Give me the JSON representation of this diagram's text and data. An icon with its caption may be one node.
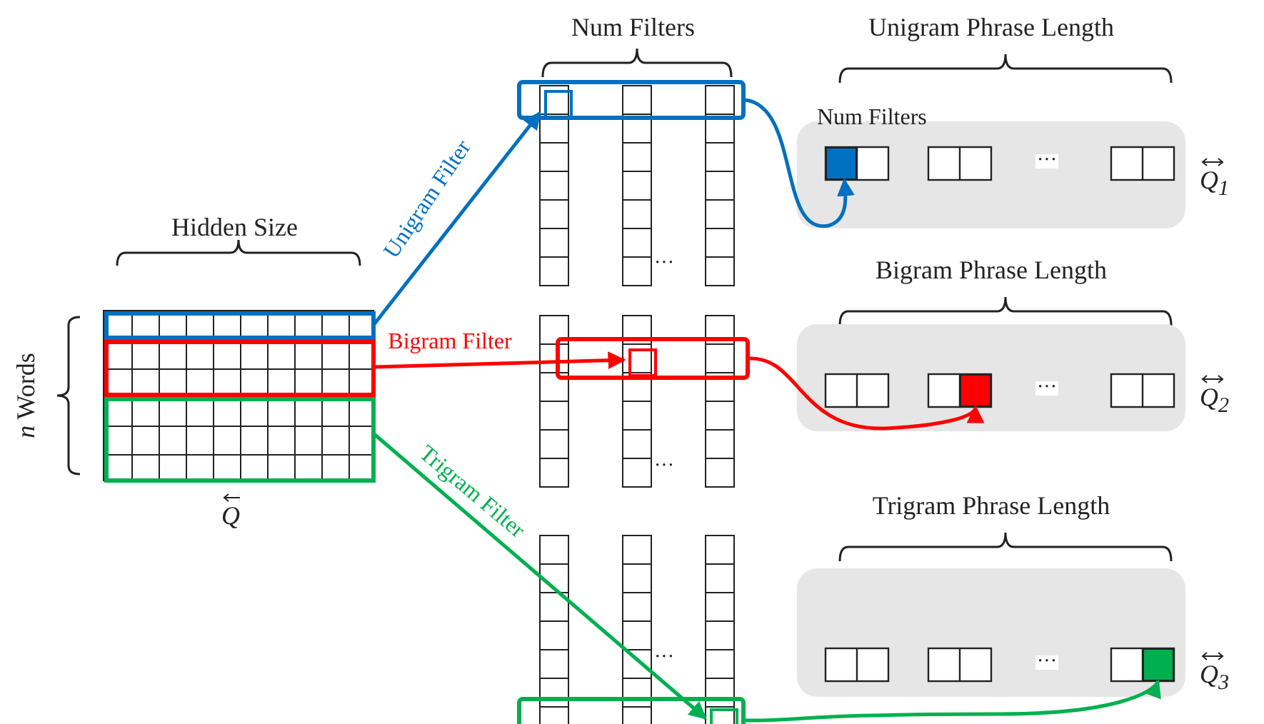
{
  "diagram": {
    "nodes": [
      {
        "text": [],
        "shape": "box",
        "beside": [
          "Hidden Size",
          "*n* Words",
          "Q"
        ]
      },
      {
        "text": [],
        "shape": "box",
        "in": 0
      },
      {
        "text": [],
        "shape": "box",
        "in": 0
      },
      {
        "text": [],
        "shape": "box",
        "in": 0
      },
      {
        "text": [],
        "shape": "box"
      },
      {
        "text": [],
        "shape": "box",
        "in": 4
      },
      {
        "text": [],
        "shape": "box"
      },
      {
        "text": [],
        "shape": "box",
        "in": 6
      },
      {
        "text": [],
        "shape": "box"
      },
      {
        "text": [],
        "shape": "box",
        "in": 8
      },
      {
        "text": [
          "Unigram Phrase Length"
        ],
        "beside": [
          "Q$_{1}$"
        ]
      },
      {
        "text": [],
        "shape": "box",
        "in": 10
      },
      {
        "text": [
          "Bigram Phrase Length"
        ],
        "beside": [
          "Q$_{2}$"
        ]
      },
      {
        "text": [],
        "shape": "box",
        "in": 12
      },
      {
        "text": [
          "Trigram Phrase Length"
        ],
        "beside": [
          "Q$_{3}$"
        ]
      },
      {
        "text": [],
        "shape": "box",
        "in": 14
      }
    ],
    "edges": [
      {
        "from": 1,
        "to": 5,
        "arrow": "to",
        "label": "Unigram Filter",
        "color": "#0070c0"
      },
      {
        "from": 2,
        "to": 7,
        "arrow": "to",
        "label": "Bigram Filter",
        "color": "#ff0000"
      },
      {
        "from": 3,
        "to": 9,
        "arrow": "to",
        "label": "Trigram Filter",
        "color": "#00b050"
      },
      {
        "from": 4,
        "to": 11,
        "arrow": "to",
        "color": "#0070c0"
      },
      {
        "from": 6,
        "to": 13,
        "arrow": "to",
        "color": "#ff0000"
      },
      {
        "from": 8,
        "to": 15,
        "arrow": "to",
        "color": "#00b050"
      }
    ],
    "labels": [
      "Num Filters",
      "Num Filters",
      "···",
      "···",
      "···",
      "···",
      "···",
      "···"
    ]
  }
}
